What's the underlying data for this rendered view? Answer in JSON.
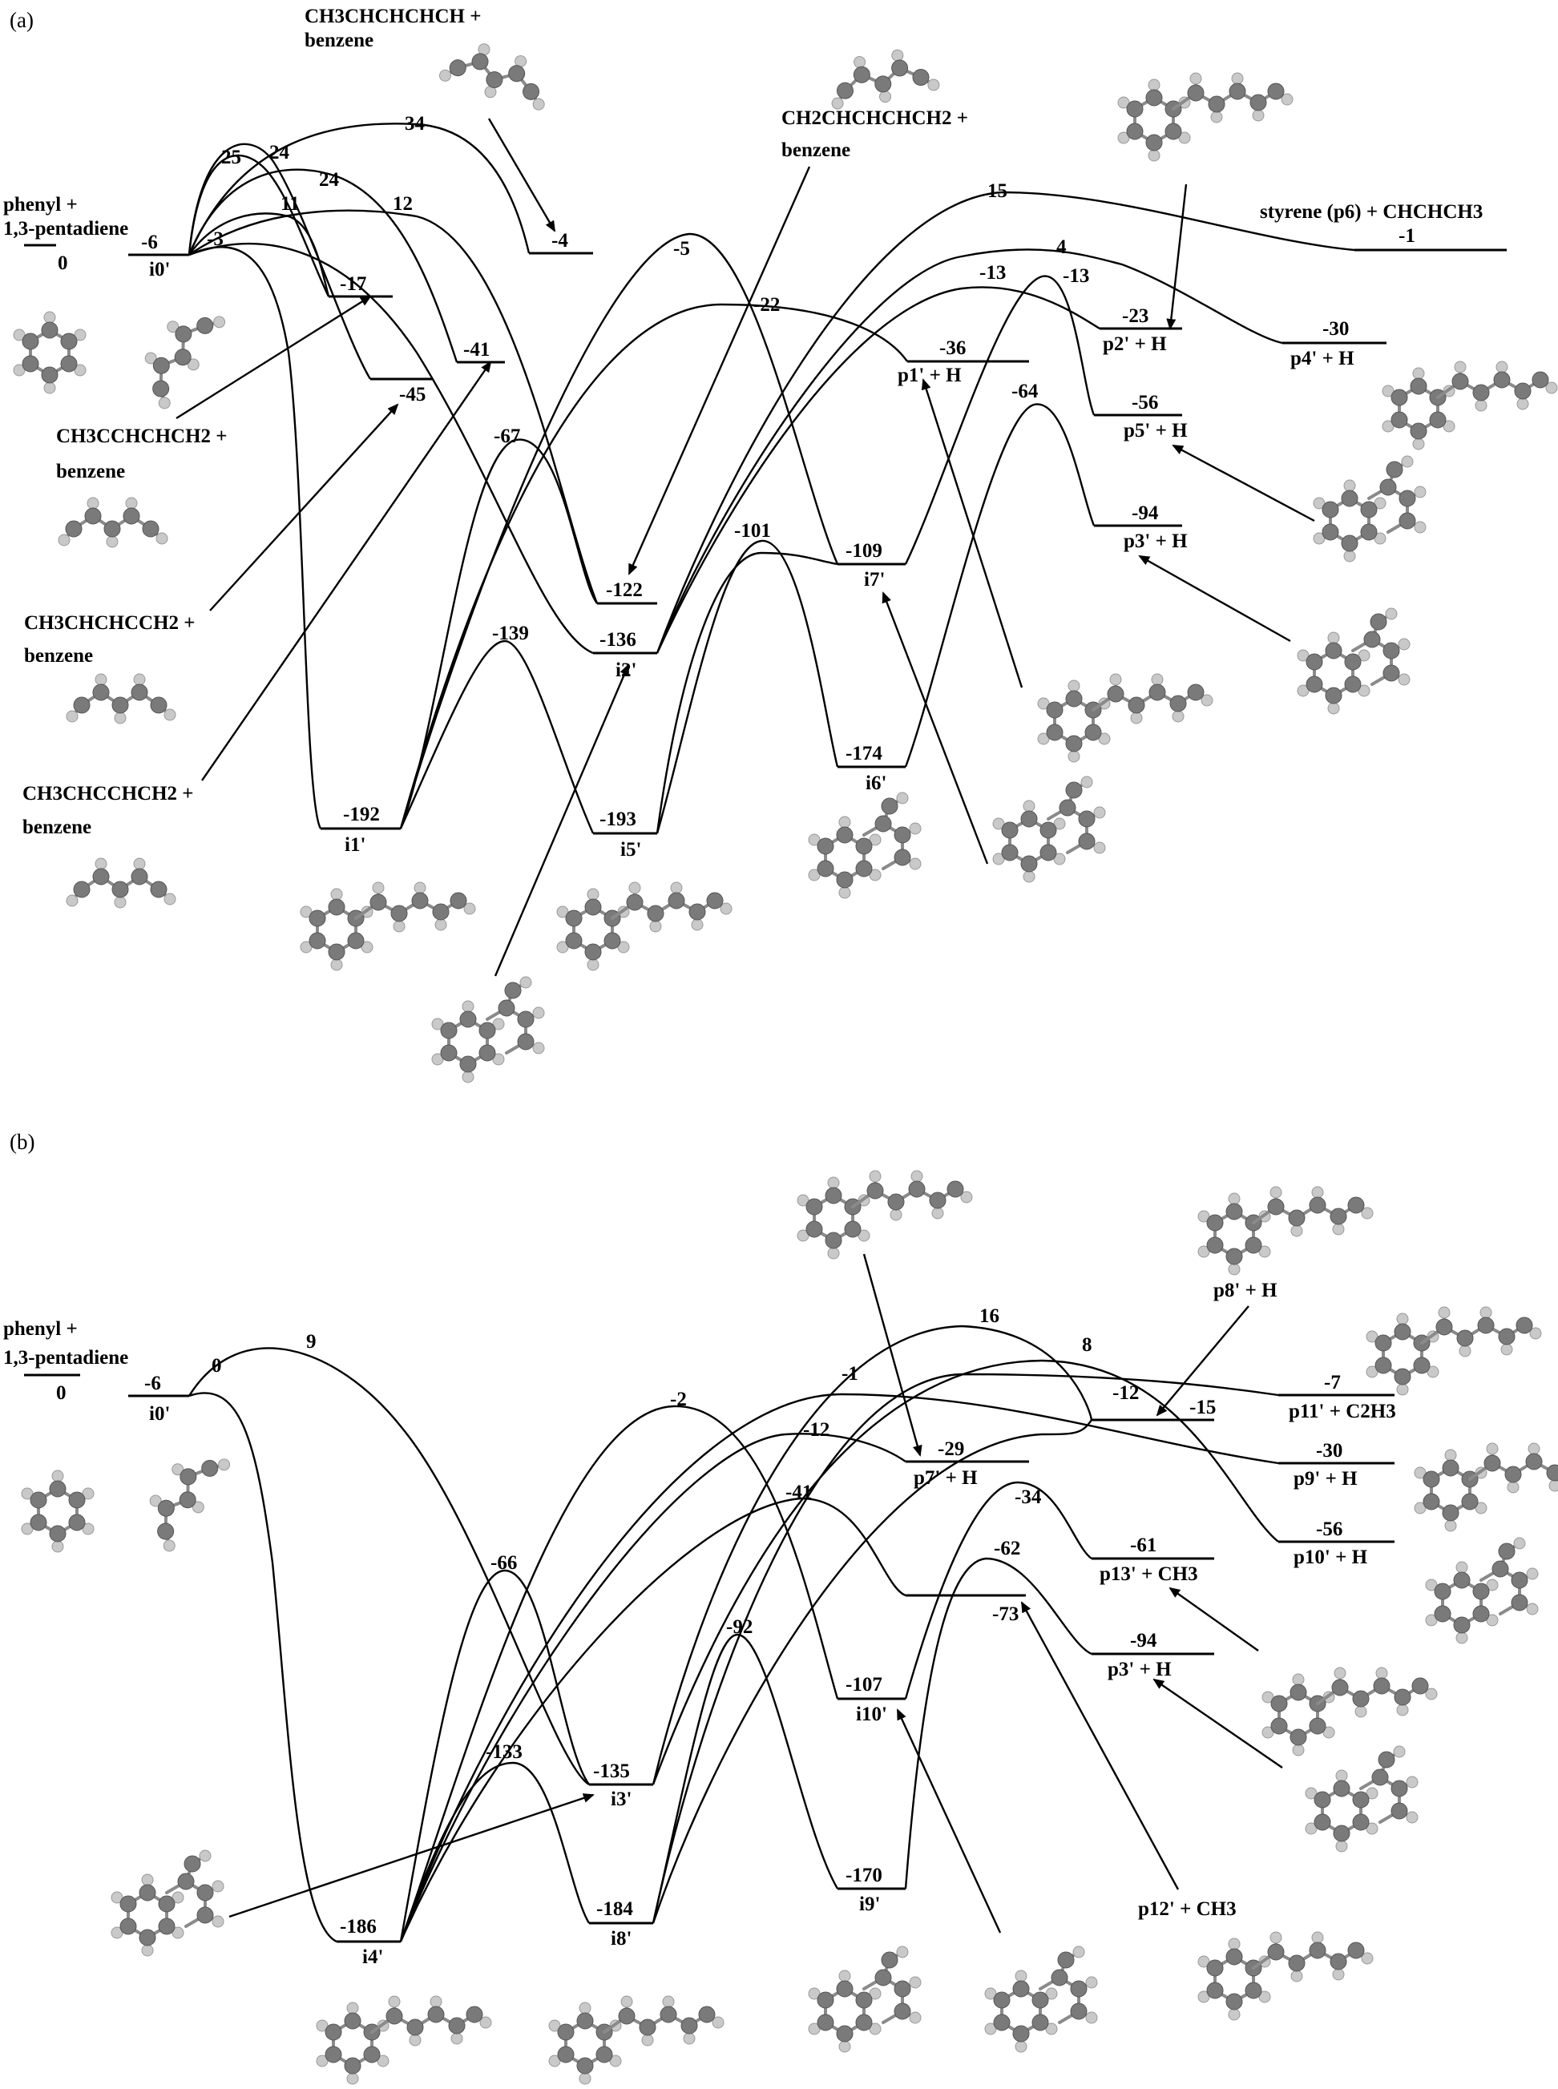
{
  "panels": [
    {
      "tag": "(a)",
      "reactant_label": [
        "phenyl +",
        "1,3-pentadiene"
      ],
      "levels": [
        {
          "id": "r",
          "energy": "0",
          "label": ""
        },
        {
          "id": "i0",
          "energy": "-6",
          "label": "i0'"
        },
        {
          "id": "i1",
          "energy": "-192",
          "label": "i1'"
        },
        {
          "id": "i2",
          "energy": "-136",
          "label": "i2'"
        },
        {
          "id": "i5",
          "energy": "-193",
          "label": "i5'"
        },
        {
          "id": "i6",
          "energy": "-174",
          "label": "i6'"
        },
        {
          "id": "i7",
          "energy": "-109",
          "label": "i7'"
        },
        {
          "id": "pa",
          "energy": "-4",
          "label": ""
        },
        {
          "id": "pb",
          "energy": "-17",
          "label": ""
        },
        {
          "id": "pc",
          "energy": "-41",
          "label": ""
        },
        {
          "id": "pd",
          "energy": "-45",
          "label": ""
        },
        {
          "id": "pe",
          "energy": "-122",
          "label": ""
        },
        {
          "id": "p1",
          "energy": "-36",
          "label": "p1' + H"
        },
        {
          "id": "p2",
          "energy": "-23",
          "label": "p2' + H"
        },
        {
          "id": "p3",
          "energy": "-94",
          "label": "p3' + H"
        },
        {
          "id": "p4",
          "energy": "-30",
          "label": "p4' + H"
        },
        {
          "id": "p5",
          "energy": "-56",
          "label": "p5' + H"
        },
        {
          "id": "p6",
          "energy": "-1",
          "label": "styrene (p6) + CHCHCH3"
        }
      ],
      "barriers": [
        "25",
        "24",
        "24",
        "11",
        "12",
        "34",
        "-3",
        "-67",
        "-139",
        "-5",
        "-22",
        "-101",
        "15",
        "4",
        "-13",
        "-13",
        "-64"
      ],
      "species_labels": {
        "s1": [
          "CH3CHCHCHCH +",
          "benzene"
        ],
        "s2": [
          "CH2CHCHCHCH2 +",
          "benzene"
        ],
        "s3": [
          "CH3CCHCHCH2 +",
          "benzene"
        ],
        "s4": [
          "CH3CHCHCCH2 +",
          "benzene"
        ],
        "s5": [
          "CH3CHCCHCH2 +",
          "benzene"
        ]
      }
    },
    {
      "tag": "(b)",
      "reactant_label": [
        "phenyl +",
        "1,3-pentadiene"
      ],
      "levels": [
        {
          "id": "r",
          "energy": "0",
          "label": ""
        },
        {
          "id": "i0",
          "energy": "-6",
          "label": "i0'"
        },
        {
          "id": "i4",
          "energy": "-186",
          "label": "i4'"
        },
        {
          "id": "i3",
          "energy": "-135",
          "label": "i3'"
        },
        {
          "id": "i8",
          "energy": "-184",
          "label": "i8'"
        },
        {
          "id": "i9",
          "energy": "-170",
          "label": "i9'"
        },
        {
          "id": "i10",
          "energy": "-107",
          "label": "i10'"
        },
        {
          "id": "p7",
          "energy": "-29",
          "label": "p7' + H"
        },
        {
          "id": "p8",
          "energy": "-15",
          "label": "p8' + H"
        },
        {
          "id": "p9",
          "energy": "-30",
          "label": "p9' + H"
        },
        {
          "id": "p10",
          "energy": "-56",
          "label": "p10' + H"
        },
        {
          "id": "p11",
          "energy": "-7",
          "label": "p11' + C2H3"
        },
        {
          "id": "p12",
          "energy": "-73",
          "label": "p12' + CH3"
        },
        {
          "id": "p13",
          "energy": "-61",
          "label": "p13' + CH3"
        },
        {
          "id": "p3",
          "energy": "-94",
          "label": "p3' + H"
        }
      ],
      "barriers": [
        "0",
        "9",
        "-66",
        "-133",
        "-2",
        "-1",
        "-12",
        "-41",
        "-92",
        "16",
        "8",
        "-12",
        "-34",
        "-62"
      ]
    }
  ]
}
